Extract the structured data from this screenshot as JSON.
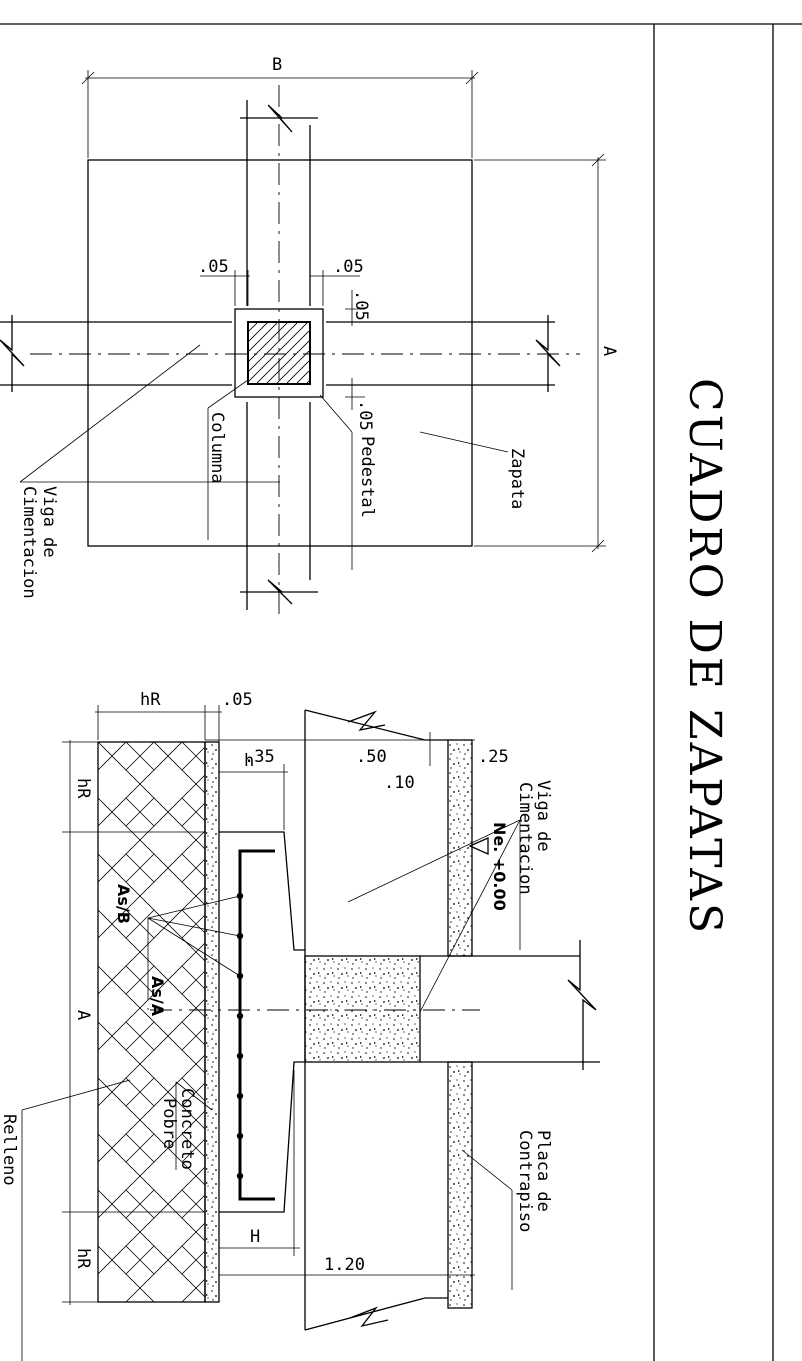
{
  "title": "CUADRO DE ZAPATAS",
  "plan_view": {
    "dim_b": "B",
    "dim_a": "A",
    "offsets": [
      ".05",
      ".05",
      ".05",
      ".05"
    ],
    "labels": {
      "zapata": "Zapata",
      "pedestal": "Pedestal",
      "columna": "Columna",
      "viga_line1": "Viga de",
      "viga_line2": "Cimentacion"
    }
  },
  "section_view": {
    "dims": {
      "hR_top": "hR",
      "t05": ".05",
      "d35": ".35",
      "d50": ".50",
      "d25": ".25",
      "d10": ".10",
      "h": "h",
      "H": "H",
      "d120": "1.20",
      "hR_left": "hR",
      "hR_right": "hR",
      "A": "A"
    },
    "level": "Ne. +0.00",
    "labels": {
      "as_b": "As/B",
      "as_a": "As/A",
      "concreto_line1": "Concreto",
      "concreto_line2": "Pobre",
      "viga_line1": "Viga de",
      "viga_line2": "Cimentacion",
      "placa_line1": "Placa de",
      "placa_line2": "Contrapiso",
      "relleno": "Relleno"
    }
  }
}
